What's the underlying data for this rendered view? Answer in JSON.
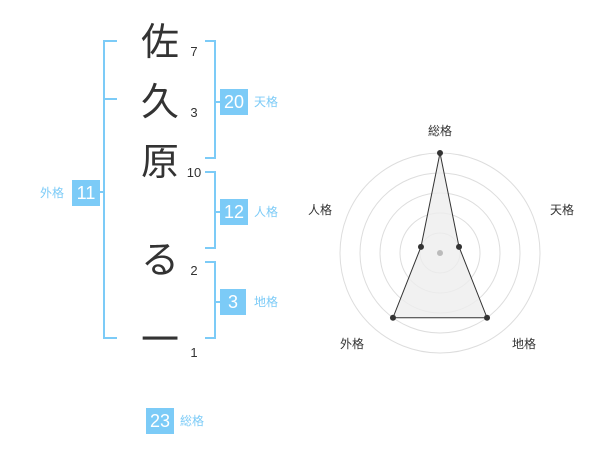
{
  "name": {
    "chars": [
      {
        "char": "佐",
        "strokes": "7"
      },
      {
        "char": "久",
        "strokes": "3"
      },
      {
        "char": "原",
        "strokes": "10"
      },
      {
        "char": "る",
        "strokes": "2"
      },
      {
        "char": "一",
        "strokes": "1"
      }
    ]
  },
  "fortune": {
    "tenkaku": {
      "value": "20",
      "label": "天格"
    },
    "jinkaku": {
      "value": "12",
      "label": "人格"
    },
    "chikaku": {
      "value": "3",
      "label": "地格"
    },
    "gaikaku": {
      "value": "11",
      "label": "外格"
    },
    "soukaku": {
      "value": "23",
      "label": "総格"
    }
  },
  "radar": {
    "axes": [
      "総格",
      "天格",
      "地格",
      "外格",
      "人格"
    ],
    "values": [
      5,
      1,
      4,
      4,
      1
    ],
    "max": 5,
    "colors": {
      "grid": "#dddddd",
      "fill": "#eeeeee",
      "line": "#333333",
      "center": "#bbbbbb"
    }
  },
  "colors": {
    "accent": "#7ccbf7",
    "text": "#333333"
  }
}
